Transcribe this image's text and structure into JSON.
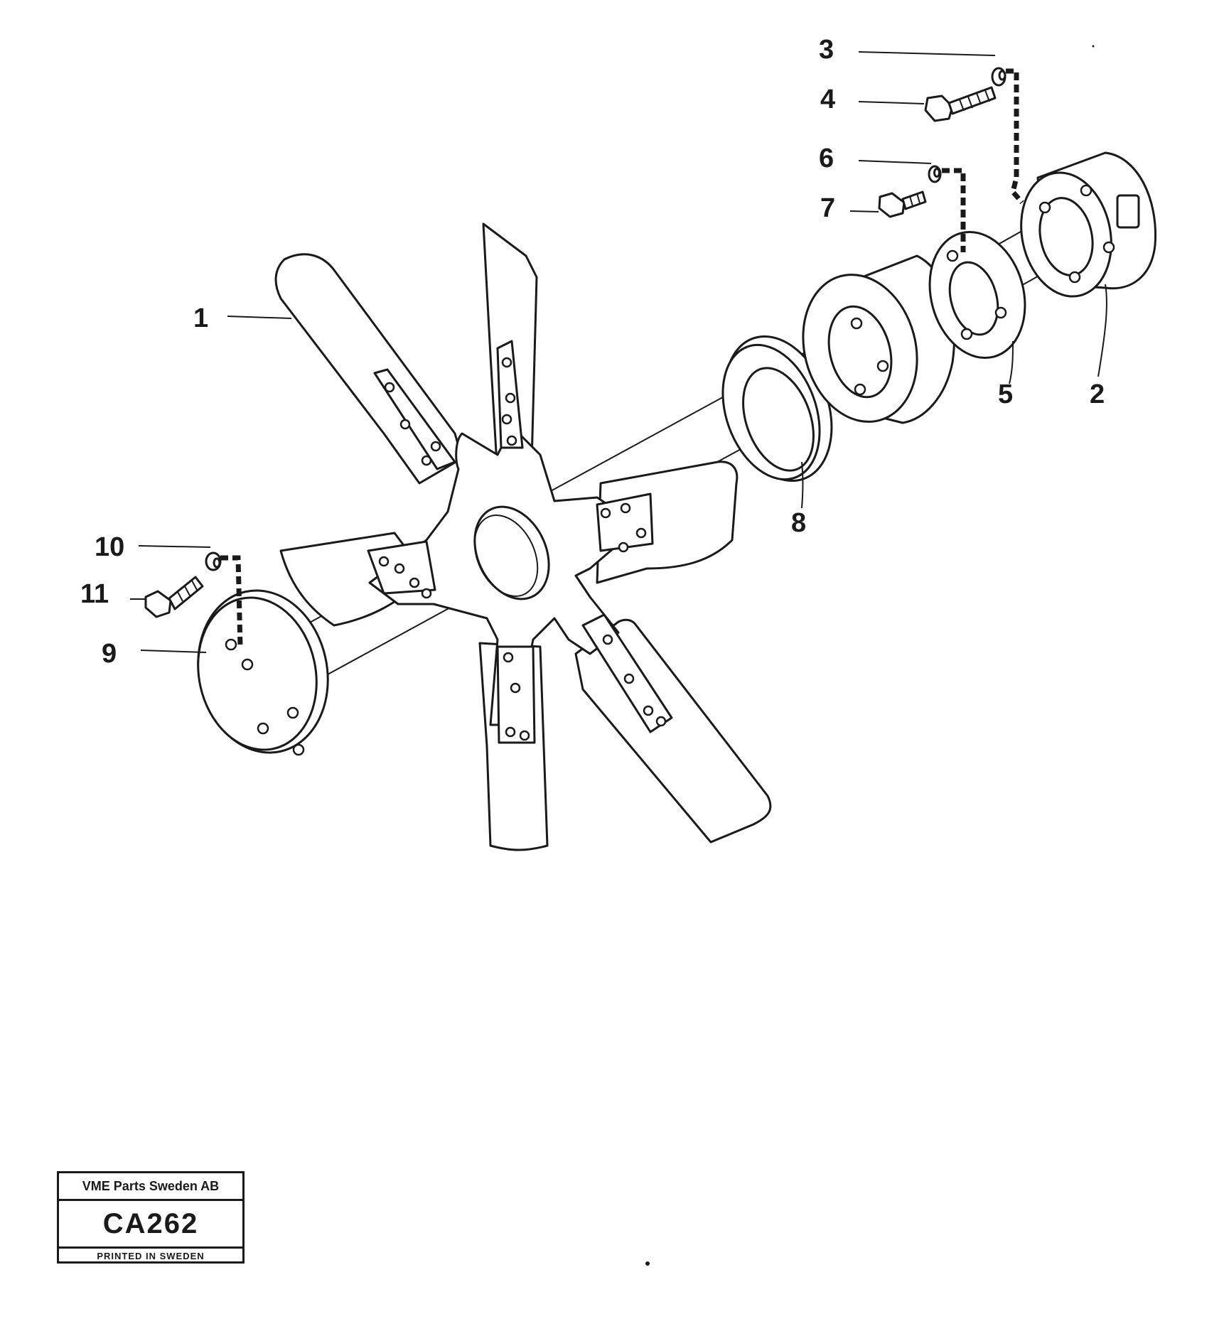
{
  "callouts": [
    "1",
    "2",
    "3",
    "4",
    "5",
    "6",
    "7",
    "8",
    "9",
    "10",
    "11"
  ],
  "stamp": {
    "company": "VME Parts Sweden AB",
    "code": "CA262",
    "printed": "PRINTED IN SWEDEN"
  }
}
